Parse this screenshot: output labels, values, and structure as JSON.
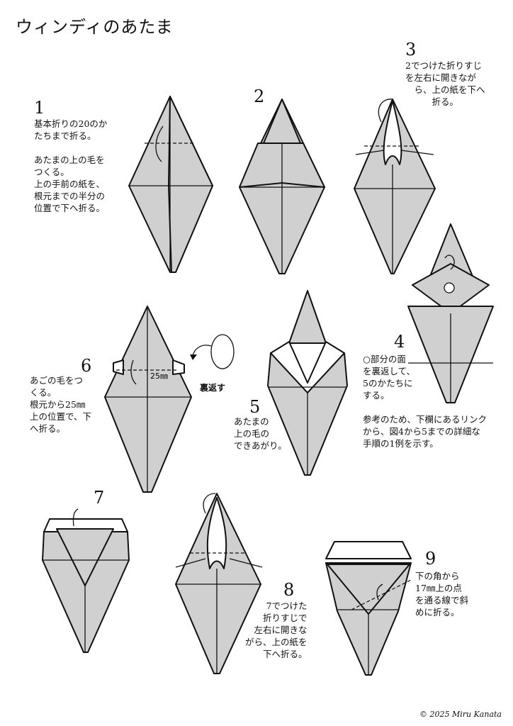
{
  "title": "ウィンディのあたま",
  "steps": [
    {
      "num": "1",
      "text": "基本折りの20のか\nたちまで折る。\n\nあたまの上の毛を\nつくる。\n上の手前の紙を、\n根元までの半分の\n位置で下へ折る。"
    },
    {
      "num": "2",
      "text": ""
    },
    {
      "num": "3",
      "text": "2でつけた折りすじ\nを左右に開きなが\n　ら、上の紙を下へ\n　　　折る。"
    },
    {
      "num": "4",
      "text": "○部分の面\nを裏返して、\n5のかたちに\nする。\n\n参考のため、下欄にあるリンク\nから、図4から5までの詳細な\n手順の1例を示す。"
    },
    {
      "num": "5",
      "text": "あたまの\n上の毛の\nできあがり。"
    },
    {
      "num": "6",
      "text": "あごの毛をつ\nくる。\n根元から25㎜\n上の位置で、下\nへ折る。"
    },
    {
      "num": "7",
      "text": ""
    },
    {
      "num": "8",
      "text": "7でつけた\n折りすじで\n左右に開きな\nがら、上の紙を\n下へ折る。"
    },
    {
      "num": "9",
      "text": "下の角から\n17㎜上の点\nを通る線で斜\nめに折る。"
    }
  ],
  "flip_label": "裏返す",
  "measure_label": "25㎜",
  "copyright": "© 2025 Miru Kanata"
}
